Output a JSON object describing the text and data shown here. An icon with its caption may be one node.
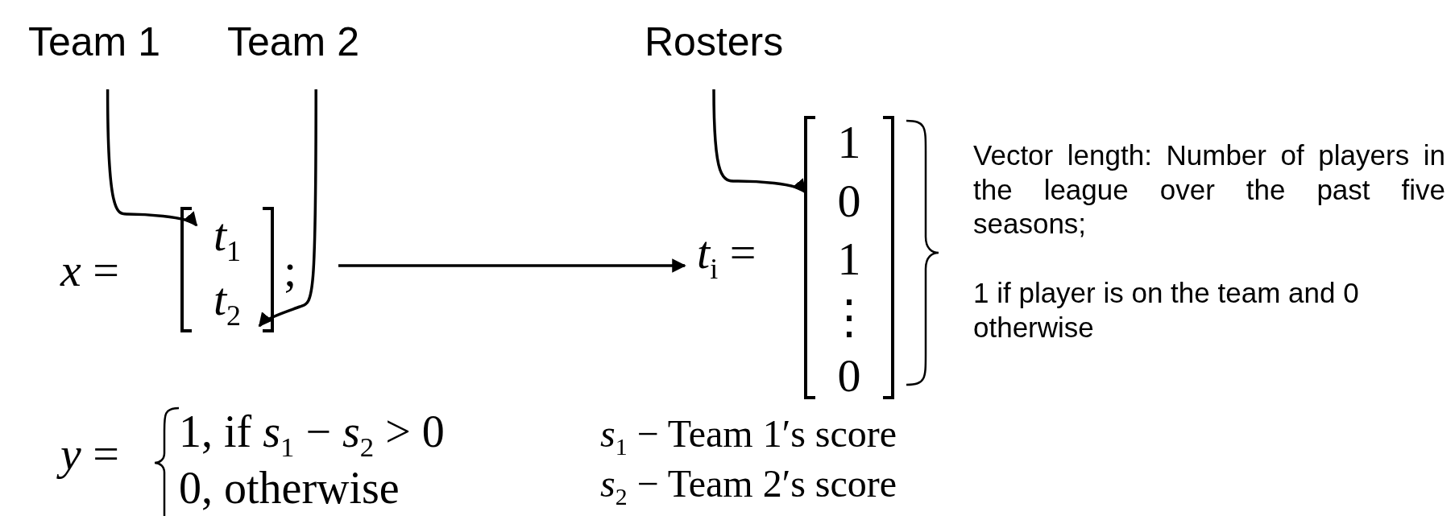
{
  "diagram": {
    "nodes": [
      {
        "text": [
          "Team 1"
        ]
      },
      {
        "text": [
          "Team 2"
        ]
      },
      {
        "text": [
          "Rosters"
        ]
      },
      {
        "text": [
          "*x* =",
          ";"
        ]
      },
      {
        "text": [
          "*t*$_{1}$"
        ],
        "in": 3
      },
      {
        "text": [
          "*t*$_{2}$"
        ],
        "in": 3
      },
      {
        "text": [
          "*t*$_{i}$ ="
        ]
      },
      {
        "text": [
          "1",
          "0",
          "1",
          "⋮",
          "0"
        ],
        "in": 6
      }
    ],
    "edges": [
      {
        "from": 0,
        "to": 4,
        "arrow": "to"
      },
      {
        "from": 1,
        "to": 5,
        "arrow": "to"
      },
      {
        "from": 2,
        "to": 7,
        "arrow": "to"
      },
      {
        "from": 3,
        "to": 6,
        "arrow": "to"
      }
    ],
    "labels": [
      "Vector length: Number of players in the league over the past five seasons;",
      "1 if player is on the team and 0 otherwise",
      "*y* =",
      "1, if *s*$_{1}$ − *s*$_{2}$ > 0",
      "0, otherwise",
      "*s*$_{1}$ − Team 1′s score",
      "*s*$_{2}$ − Team 2′s score"
    ]
  }
}
